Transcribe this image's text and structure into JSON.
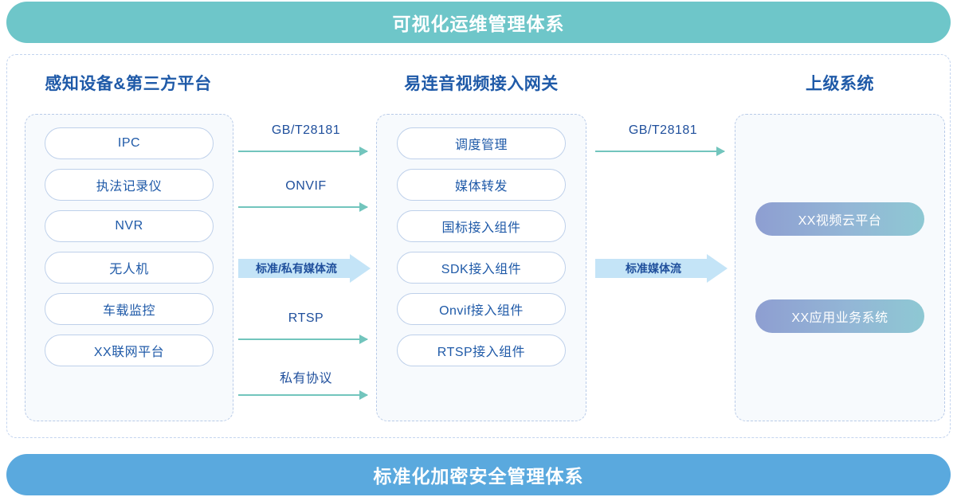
{
  "banners": {
    "top": "可视化运维管理体系",
    "bottom": "标准化加密安全管理体系",
    "top_color": "#6ec6c9",
    "bottom_color": "#5aa9de"
  },
  "columns": {
    "left": {
      "title": "感知设备&第三方平台",
      "items": [
        {
          "label": "IPC"
        },
        {
          "label": "执法记录仪"
        },
        {
          "label": "NVR"
        },
        {
          "label": "无人机"
        },
        {
          "label": "车载监控"
        },
        {
          "label": "XX联网平台"
        }
      ]
    },
    "middle": {
      "title": "易连音视频接入网关",
      "items": [
        {
          "label": "调度管理"
        },
        {
          "label": "媒体转发"
        },
        {
          "label": "国标接入组件"
        },
        {
          "label": "SDK接入组件"
        },
        {
          "label": "Onvif接入组件"
        },
        {
          "label": "RTSP接入组件"
        }
      ]
    },
    "right": {
      "title": "上级系统",
      "items": [
        {
          "label": "XX视频云平台"
        },
        {
          "label": "XX应用业务系统"
        }
      ]
    }
  },
  "connectors": {
    "left_to_mid": [
      {
        "label": "GB/T28181",
        "type": "thin"
      },
      {
        "label": "ONVIF",
        "type": "thin"
      },
      {
        "label": "标准/私有媒体流",
        "type": "block"
      },
      {
        "label": "RTSP",
        "type": "thin"
      },
      {
        "label": "私有协议",
        "type": "thin"
      }
    ],
    "mid_to_right": [
      {
        "label": "GB/T28181",
        "type": "thin"
      },
      {
        "label": "标准媒体流",
        "type": "block"
      }
    ],
    "thin_color": "#72c5bd",
    "block_color": "#c4e4f7",
    "label_color": "#1f4f9c"
  }
}
